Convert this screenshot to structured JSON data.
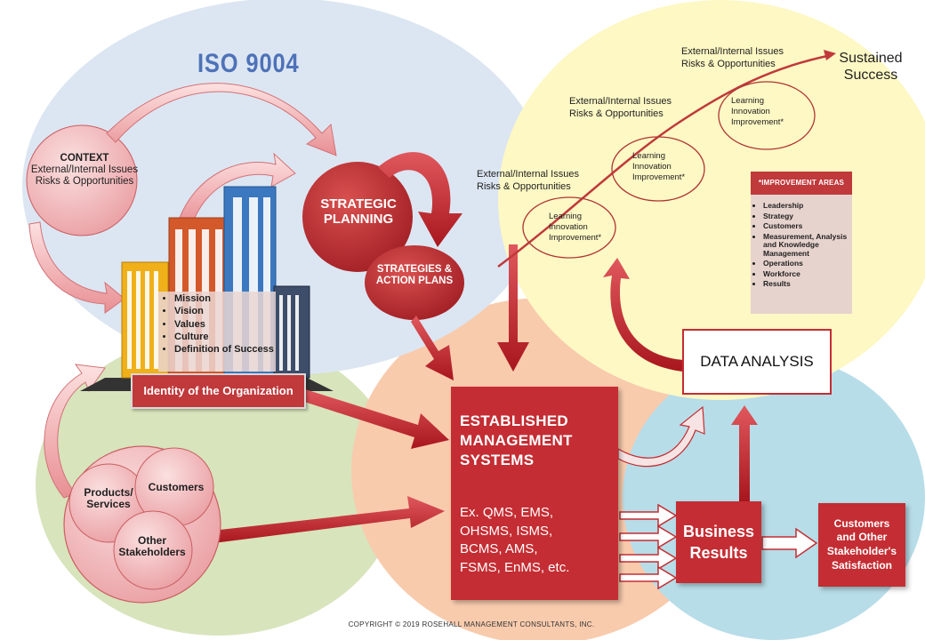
{
  "title": "ISO 9004",
  "context": {
    "heading": "CONTEXT",
    "line1": "External/Internal Issues",
    "line2": "Risks & Opportunities"
  },
  "strategic_planning": {
    "line1": "STRATEGIC",
    "line2": "PLANNING"
  },
  "strategies_action_plans": {
    "line1": "STRATEGIES &",
    "line2": "ACTION PLANS"
  },
  "organization_values": [
    "Mission",
    "Vision",
    "Values",
    "Culture",
    "Definition of Success"
  ],
  "identity_label": "Identity of the Organization",
  "stakeholders": {
    "products": "Products/ Services",
    "customers": "Customers",
    "other": "Other Stakeholders"
  },
  "management_systems": {
    "title": [
      "ESTABLISHED",
      "MANAGEMENT",
      "SYSTEMS"
    ],
    "examples": [
      "Ex. QMS, EMS,",
      "OHSMS, ISMS,",
      "BCMS, AMS,",
      "FSMS, EnMS, etc."
    ]
  },
  "business_results": {
    "line1": "Business",
    "line2": "Results"
  },
  "customer_satisfaction": {
    "line1": "Customers",
    "line2": "and Other",
    "line3": "Stakeholder's",
    "line4": "Satisfaction"
  },
  "data_analysis": "DATA ANALYSIS",
  "issues_label": {
    "line1": "External/Internal Issues",
    "line2": "Risks & Opportunities"
  },
  "learning_label": {
    "line1": "Learning",
    "line2": "Innovation",
    "line3": "Improvement*"
  },
  "sustained_success": {
    "line1": "Sustained",
    "line2": "Success"
  },
  "improvement_areas": {
    "heading": "*IMPROVEMENT AREAS",
    "items": [
      "Leadership",
      "Strategy",
      "Customers",
      "Measurement, Analysis and Knowledge Management",
      "Operations",
      "Workforce",
      "Results"
    ]
  },
  "copyright": "COPYRIGHT © 2019 ROSEHALL MANAGEMENT CONSULTANTS, INC.",
  "colors": {
    "iso_circle": "#dce6f2",
    "stakeholder_circle": "#d8e4bc",
    "management_circle": "#f8cbad",
    "sustained_circle": "#fdf8c4",
    "results_circle": "#b7dde8",
    "accent_red": "#c42d33"
  }
}
